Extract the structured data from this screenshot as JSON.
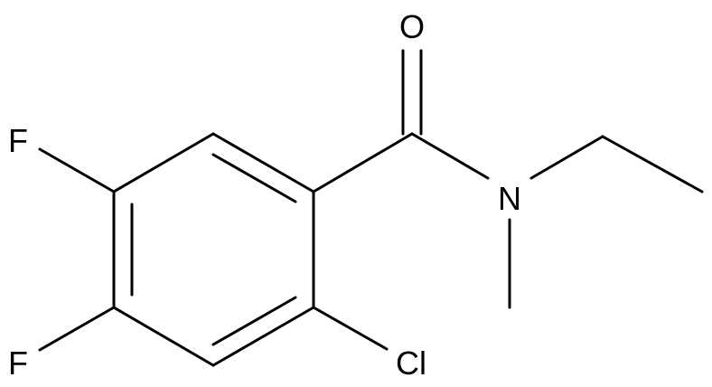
{
  "molecule": {
    "atoms": {
      "oxygen": "O",
      "nitrogen": "N",
      "fluorine_top": "F",
      "fluorine_bottom": "F",
      "chlorine": "Cl"
    },
    "colors": {
      "bond": "#000000",
      "label": "#000000",
      "background": "#ffffff"
    }
  }
}
